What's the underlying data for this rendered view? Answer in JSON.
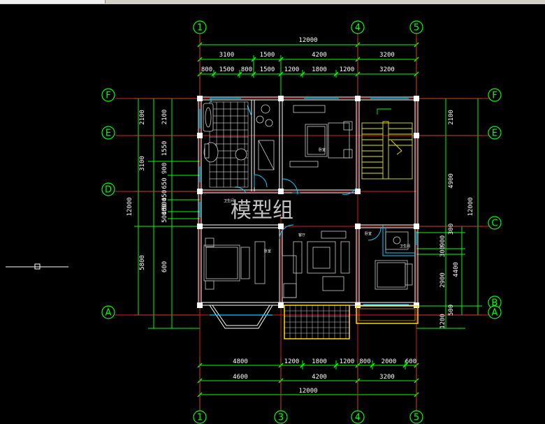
{
  "drawing": {
    "watermark": "模型组",
    "colors": {
      "background": "#000000",
      "dim_line": "#00ff00",
      "axis_line": "#ff2020",
      "wall": "#ffffff",
      "window": "#00d0ff",
      "furniture": "#c8c8c8",
      "stair": "#e8e800",
      "balcony": "#ffd700",
      "dim_text": "#ffffff"
    }
  },
  "axes": {
    "top": [
      "1",
      "4",
      "5"
    ],
    "bottom": [
      "1",
      "3",
      "4",
      "5"
    ],
    "left": [
      "F",
      "E",
      "D",
      "A"
    ],
    "right": [
      "F",
      "E",
      "C",
      "B",
      "A"
    ]
  },
  "dims": {
    "top_total": "12000",
    "top_row1": [
      "3100",
      "1500",
      "4200",
      "3200"
    ],
    "top_row2": [
      "800",
      "1500",
      "800",
      "1500",
      "1200",
      "1800",
      "1200",
      "3200"
    ],
    "bottom_row1": [
      "4800",
      "1200",
      "1800",
      "1200",
      "800",
      "2000",
      "600"
    ],
    "bottom_row2": [
      "4600",
      "4200",
      "3200"
    ],
    "bottom_total": "12000",
    "left_outer": [
      "2100",
      "3100",
      "12000",
      "5800"
    ],
    "left_inner": [
      "2100",
      "1550",
      "900",
      "650",
      "450",
      "800",
      "450",
      "5000",
      "600"
    ],
    "right_inner": [
      "2100",
      "4900",
      "300",
      "900",
      "300",
      "2900",
      "500",
      "1200"
    ],
    "right_mid": [
      "4400"
    ],
    "right_outer": [
      "12000"
    ]
  },
  "rooms": {
    "labels": [
      "卫生间",
      "卧室",
      "卫生间",
      "卧室",
      "客厅",
      "卧室"
    ]
  }
}
